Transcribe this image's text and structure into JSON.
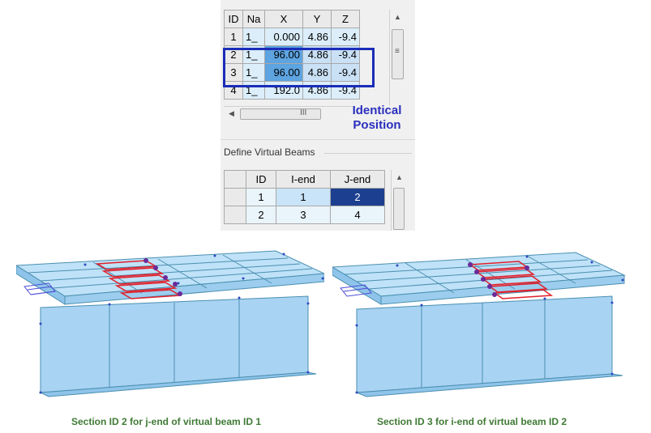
{
  "points_table": {
    "headers": [
      "ID",
      "Na",
      "X",
      "Y",
      "Z"
    ],
    "rows": [
      {
        "id": "1",
        "name": "1_",
        "x": "0.000",
        "y": "4.86",
        "z": "-9.4"
      },
      {
        "id": "2",
        "name": "1_",
        "x": "96.00",
        "y": "4.86",
        "z": "-9.4"
      },
      {
        "id": "3",
        "name": "1_",
        "x": "96.00",
        "y": "4.86",
        "z": "-9.4"
      },
      {
        "id": "4",
        "name": "1_",
        "x": "192.0",
        "y": "4.86",
        "z": "-9.4"
      }
    ],
    "hscroll_grip": "III"
  },
  "callout": {
    "line1": "Identical",
    "line2": "Position"
  },
  "virtual_beams": {
    "title": "Define Virtual Beams",
    "headers": [
      "ID",
      "I-end",
      "J-end"
    ],
    "rows": [
      {
        "id": "1",
        "i_end": "1",
        "j_end": "2"
      },
      {
        "id": "2",
        "i_end": "3",
        "j_end": "4"
      }
    ]
  },
  "captions": {
    "left": "Section ID 2 for j-end of virtual beam ID 1",
    "right": "Section ID 3 for i-end of virtual beam ID 2"
  },
  "colors": {
    "selection_box": "#1a2db8",
    "callout_text": "#2a2fbd",
    "caption_text": "#3f7a35",
    "beam_fill": "#a9d3f3",
    "highlight_red": "#e0202a"
  }
}
